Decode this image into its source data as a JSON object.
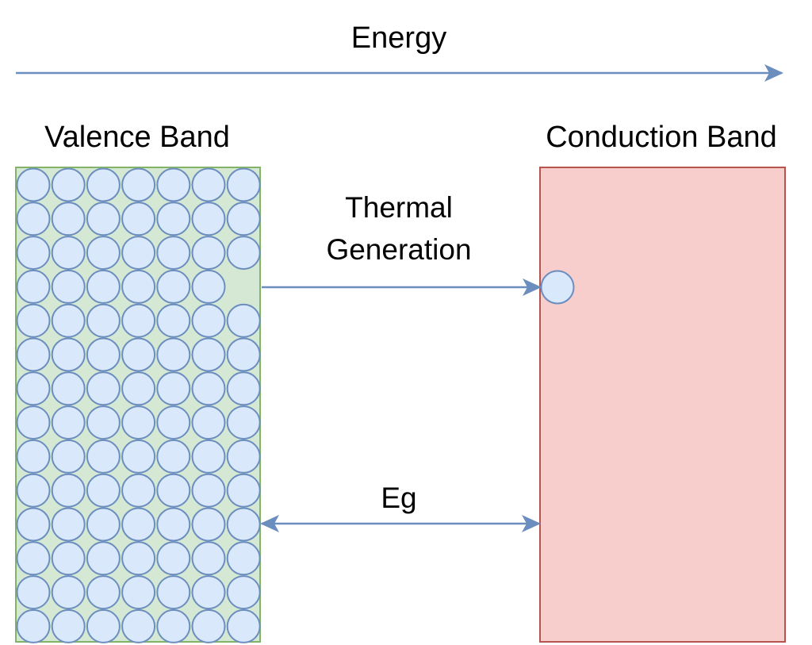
{
  "energy_axis": {
    "label": "Energy"
  },
  "valence_band": {
    "label": "Valence Band",
    "rows": 14,
    "columns": 7,
    "vacancies": [
      {
        "row": 4,
        "column": 7
      }
    ]
  },
  "conduction_band": {
    "label": "Conduction Band",
    "electrons": 1
  },
  "thermal_generation": {
    "label_line1": "Thermal",
    "label_line2": "Generation"
  },
  "band_gap": {
    "label": "Eg"
  },
  "colors": {
    "arrow": "#6c8ebf",
    "valence_fill": "#d5e8d4",
    "valence_stroke": "#82b366",
    "electron_fill": "#dae8fc",
    "electron_stroke": "#6c8ebf",
    "conduction_fill": "#f8cecc",
    "conduction_stroke": "#b85450"
  }
}
